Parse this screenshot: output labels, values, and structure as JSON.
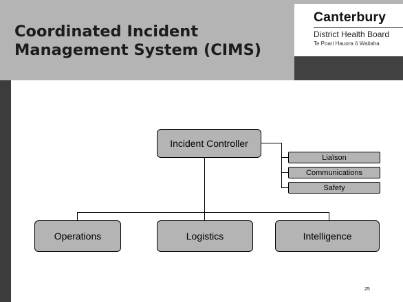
{
  "slide": {
    "title": "Coordinated Incident\nManagement System (CIMS)",
    "page_number": "25"
  },
  "logo": {
    "name": "Canterbury",
    "subtitle": "District Health Board",
    "maori": "Te Poari Hauora ō Waitaha"
  },
  "diagram": {
    "top": "Incident Controller",
    "staff": [
      "Liaïson",
      "Communications",
      "Safety"
    ],
    "sections": [
      "Operations",
      "Logistics",
      "Intelligence"
    ]
  },
  "colors": {
    "header_band": "#b4b4b4",
    "box_fill": "#b4b4b4",
    "dark_accent": "#414141"
  }
}
